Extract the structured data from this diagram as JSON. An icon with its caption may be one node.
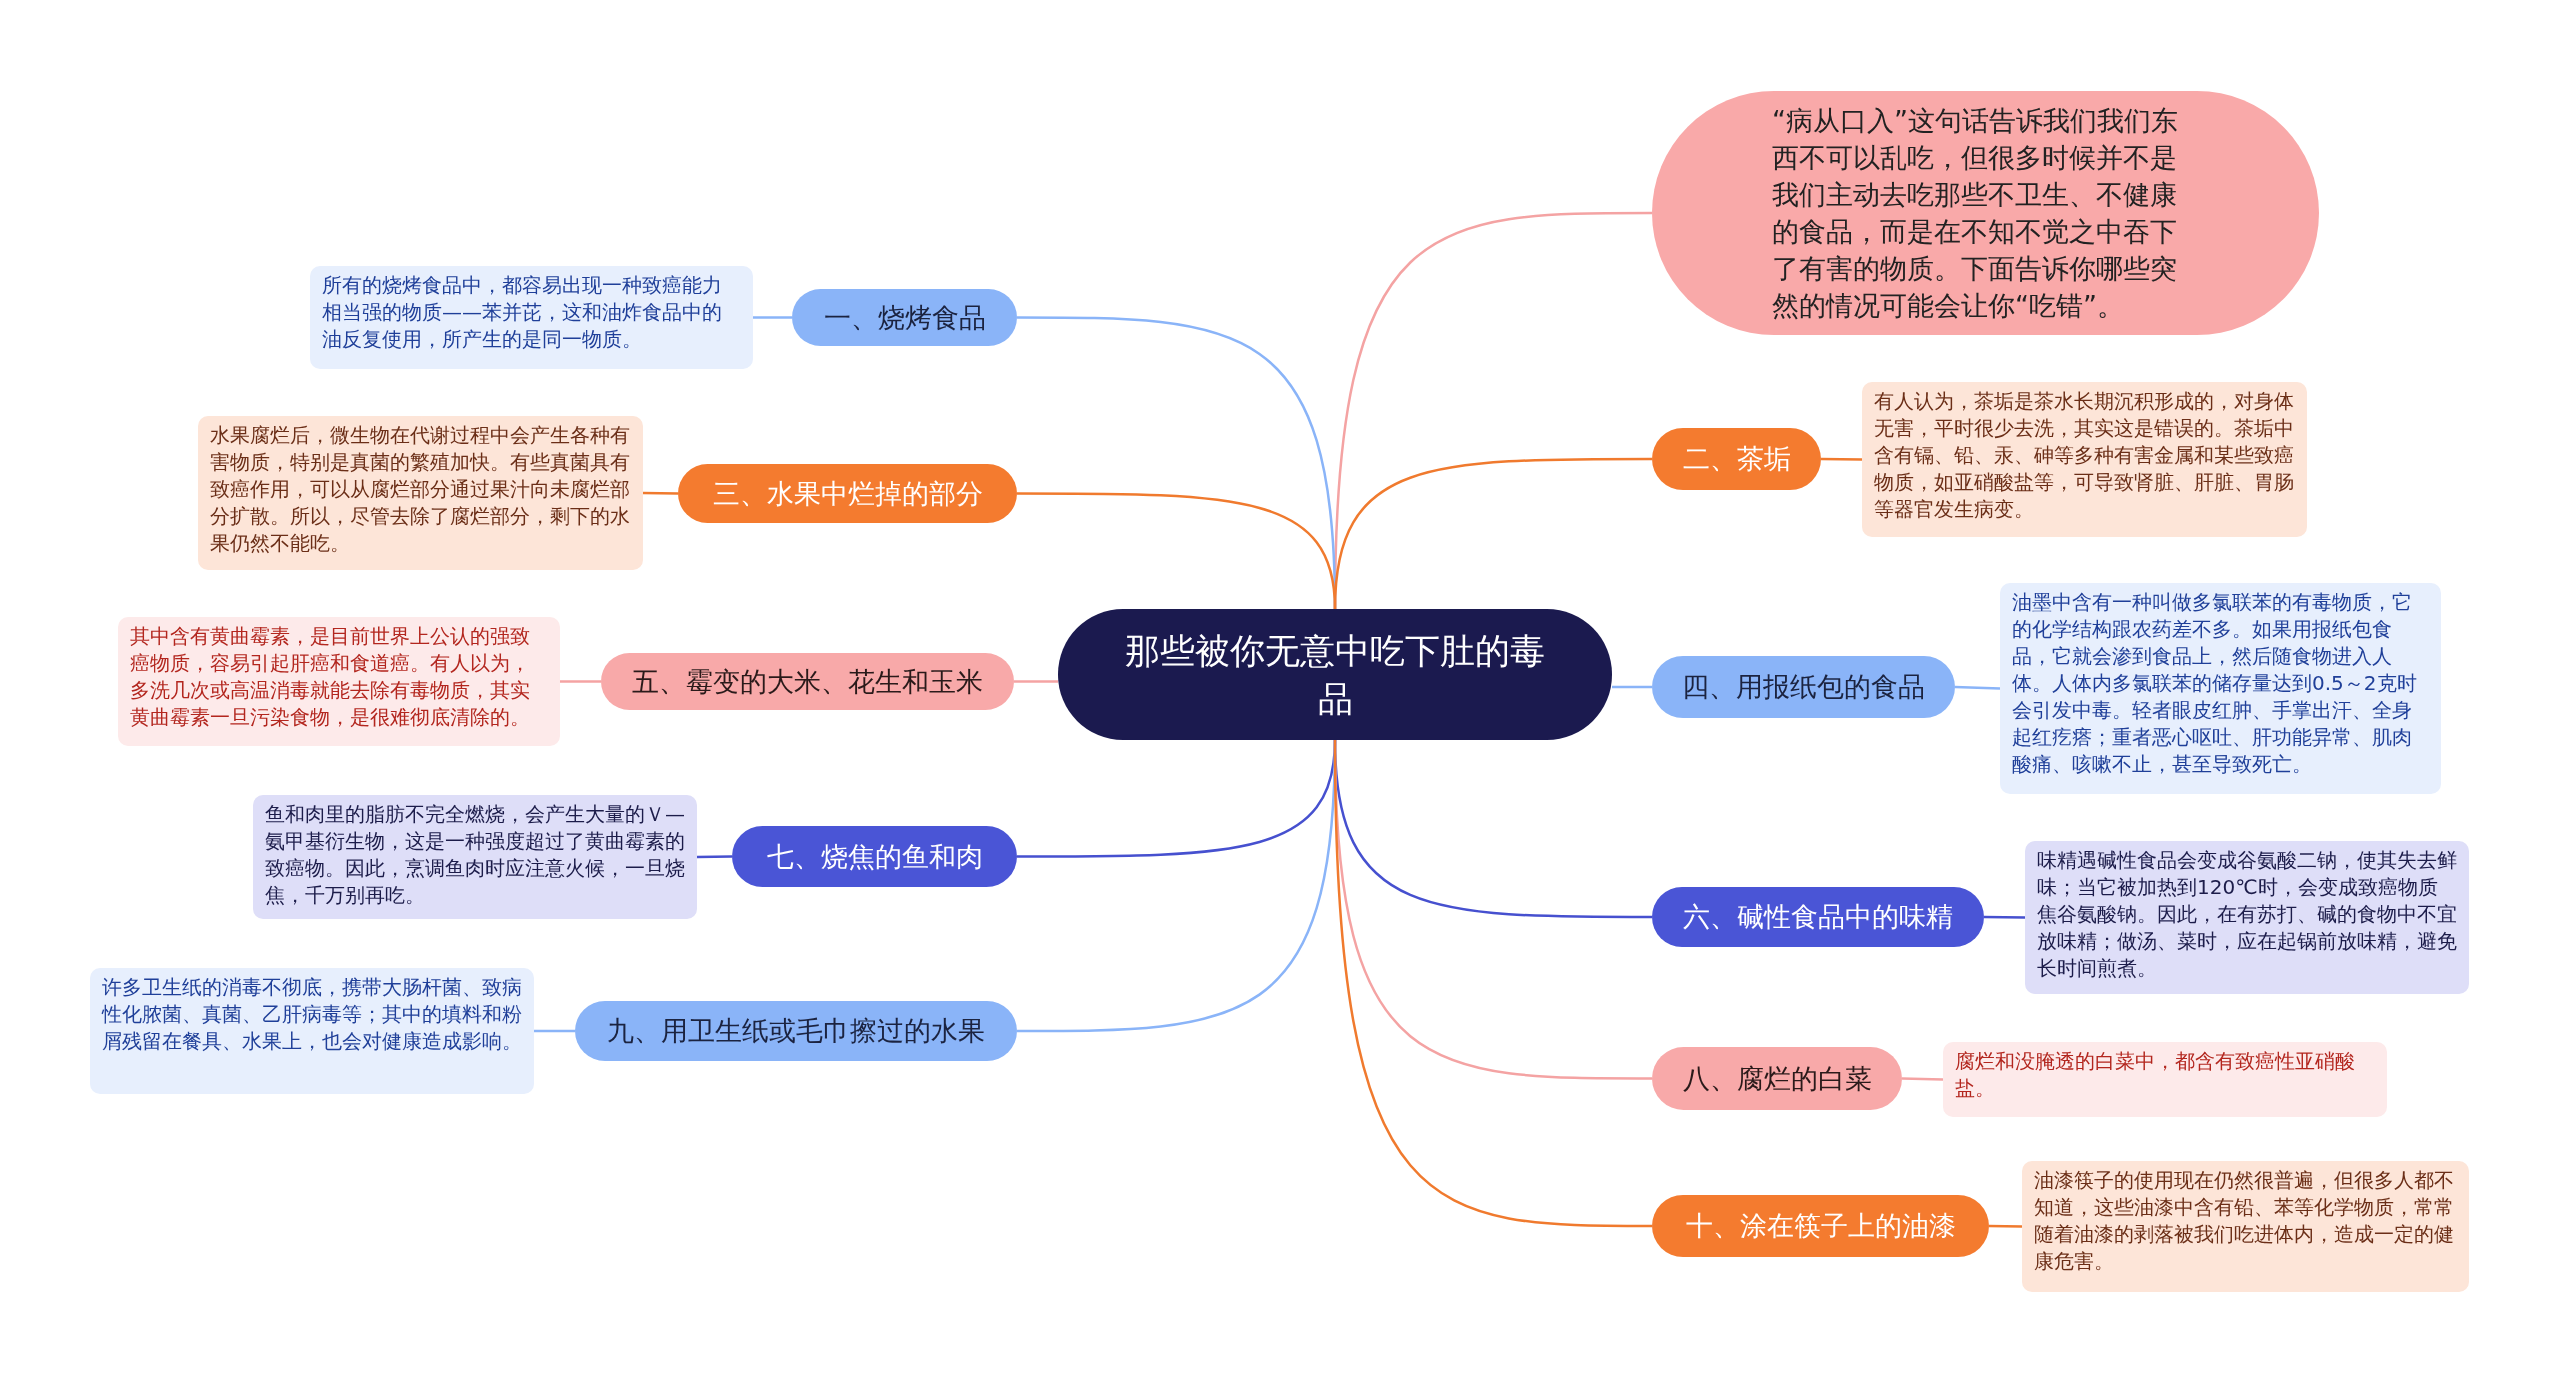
{
  "diagram": {
    "nodes": [
      {
        "text": [
          "那些被你无意中吃下肚的毒品"
        ]
      },
      {
        "text": [
          "“病从口入”这句话告诉我们我们东西不可以乱吃，但很多时候并不是我们主动去吃那些不卫生、不健康的食品，而是在不知不觉之中吞下了有害的物质。下面告诉你哪些突然的情况可能会让你“吃错”。"
        ]
      },
      {
        "text": [
          "一、烧烤食品"
        ]
      },
      {
        "text": [
          "所有的烧烤食品中，都容易出现一种致癌能力相当强的物质——苯并芘，这和油炸食品中的油反复使用，所产生的是同一物质。"
        ]
      },
      {
        "text": [
          "二、茶垢"
        ]
      },
      {
        "text": [
          "有人认为，茶垢是茶水长期沉积形成的，对身体无害，平时很少去洗，其实这是错误的。茶垢中含有镉、铅、汞、砷等多种有害金属和某些致癌物质，如亚硝酸盐等，可导致肾脏、肝脏、胃肠等器官发生病变。"
        ]
      },
      {
        "text": [
          "三、水果中烂掉的部分"
        ]
      },
      {
        "text": [
          "水果腐烂后，微生物在代谢过程中会产生各种有害物质，特别是真菌的繁殖加快。有些真菌具有致癌作用，可以从腐烂部分通过果汁向未腐烂部分扩散。所以，尽管去除了腐烂部分，剩下的水果仍然不能吃。"
        ]
      },
      {
        "text": [
          "四、用报纸包的食品"
        ]
      },
      {
        "text": [
          "油墨中含有一种叫做多氯联苯的有毒物质，它的化学结构跟农药差不多。如果用报纸包食品，它就会渗到食品上，然后随食物进入人体。人体内多氯联苯的储存量达到0.5～2克时会引发中毒。轻者眼皮红肿、手掌出汗、全身起红疙瘩；重者恶心呕吐、肝功能异常、肌肉酸痛、咳嗽不止，甚至导致死亡。"
        ]
      },
      {
        "text": [
          "五、霉变的大米、花生和玉米"
        ]
      },
      {
        "text": [
          "其中含有黄曲霉素，是目前世界上公认的强致癌物质，容易引起肝癌和食道癌。有人以为，多洗几次或高温消毒就能去除有毒物质，其实黄曲霉素一旦污染食物，是很难彻底清除的。"
        ]
      },
      {
        "text": [
          "六、碱性食品中的味精"
        ]
      },
      {
        "text": [
          "味精遇碱性食品会变成谷氨酸二钠，使其失去鲜味；当它被加热到120℃时，会变成致癌物质焦谷氨酸钠。因此，在有苏打、碱的食物中不宜放味精；做汤、菜时，应在起锅前放味精，避免长时间煎煮。"
        ]
      },
      {
        "text": [
          "七、烧焦的鱼和肉"
        ]
      },
      {
        "text": [
          "鱼和肉里的脂肪不完全燃烧，会产生大量的Ｖ—氨甲基衍生物，这是一种强度超过了黄曲霉素的致癌物。因此，烹调鱼肉时应注意火候，一旦烧焦，千万别再吃。"
        ]
      },
      {
        "text": [
          "八、腐烂的白菜"
        ]
      },
      {
        "text": [
          "腐烂和没腌透的白菜中，都含有致癌性亚硝酸盐。"
        ]
      },
      {
        "text": [
          "九、用卫生纸或毛巾擦过的水果"
        ]
      },
      {
        "text": [
          "许多卫生纸的消毒不彻底，携带大肠杆菌、致病性化脓菌、真菌、乙肝病毒等；其中的填料和粉屑残留在餐具、水果上，也会对健康造成影响。"
        ]
      },
      {
        "text": [
          "十、涂在筷子上的油漆"
        ]
      },
      {
        "text": [
          "油漆筷子的使用现在仍然很普遍，但很多人都不知道，这些油漆中含有铅、苯等化学物质，常常随着油漆的剥落被我们吃进体内，造成一定的健康危害。"
        ]
      }
    ],
    "edges": [
      {
        "from": 0,
        "to": 1,
        "arrow": "none",
        "color": "#f4a3a3"
      },
      {
        "from": 0,
        "to": 2,
        "arrow": "none",
        "color": "#8ab4f8"
      },
      {
        "from": 2,
        "to": 3,
        "arrow": "none",
        "color": "#8ab4f8"
      },
      {
        "from": 0,
        "to": 4,
        "arrow": "none",
        "color": "#f07a2e"
      },
      {
        "from": 4,
        "to": 5,
        "arrow": "none",
        "color": "#f07a2e"
      },
      {
        "from": 0,
        "to": 6,
        "arrow": "none",
        "color": "#f07a2e"
      },
      {
        "from": 6,
        "to": 7,
        "arrow": "none",
        "color": "#f07a2e"
      },
      {
        "from": 0,
        "to": 8,
        "arrow": "none",
        "color": "#8ab4f8"
      },
      {
        "from": 8,
        "to": 9,
        "arrow": "none",
        "color": "#8ab4f8"
      },
      {
        "from": 0,
        "to": 10,
        "arrow": "none",
        "color": "#f4a3a3"
      },
      {
        "from": 10,
        "to": 11,
        "arrow": "none",
        "color": "#f4a3a3"
      },
      {
        "from": 0,
        "to": 12,
        "arrow": "none",
        "color": "#4650cf"
      },
      {
        "from": 12,
        "to": 13,
        "arrow": "none",
        "color": "#4650cf"
      },
      {
        "from": 0,
        "to": 14,
        "arrow": "none",
        "color": "#4650cf"
      },
      {
        "from": 14,
        "to": 15,
        "arrow": "none",
        "color": "#4650cf"
      },
      {
        "from": 0,
        "to": 16,
        "arrow": "none",
        "color": "#f4a3a3"
      },
      {
        "from": 16,
        "to": 17,
        "arrow": "none",
        "color": "#f4a3a3"
      },
      {
        "from": 0,
        "to": 18,
        "arrow": "none",
        "color": "#8ab4f8"
      },
      {
        "from": 18,
        "to": 19,
        "arrow": "none",
        "color": "#8ab4f8"
      },
      {
        "from": 0,
        "to": 20,
        "arrow": "none",
        "color": "#f07a2e"
      },
      {
        "from": 20,
        "to": 21,
        "arrow": "none",
        "color": "#f07a2e"
      }
    ]
  }
}
